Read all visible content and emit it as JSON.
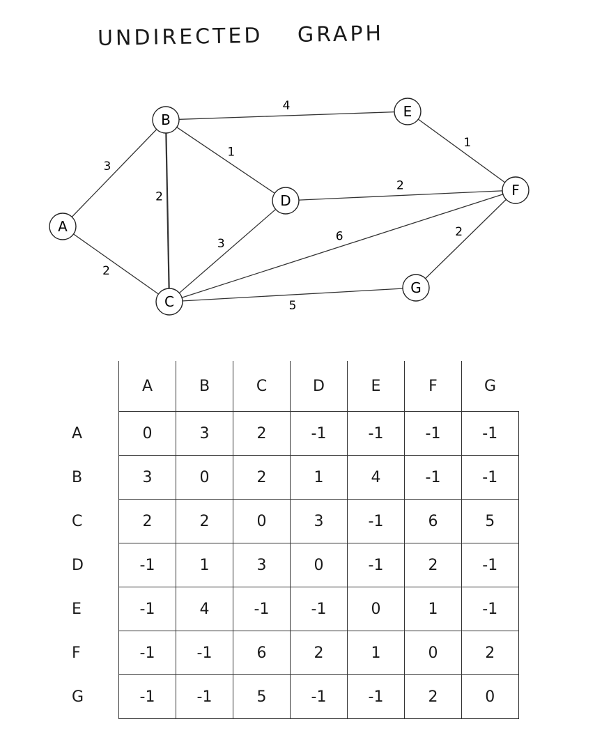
{
  "title": {
    "word1": "UNDIRECTED",
    "word2": "GRAPH"
  },
  "graph": {
    "nodes": [
      {
        "id": "A",
        "label": "A"
      },
      {
        "id": "B",
        "label": "B"
      },
      {
        "id": "C",
        "label": "C"
      },
      {
        "id": "D",
        "label": "D"
      },
      {
        "id": "E",
        "label": "E"
      },
      {
        "id": "F",
        "label": "F"
      },
      {
        "id": "G",
        "label": "G"
      }
    ],
    "edges": [
      {
        "from": "A",
        "to": "B",
        "weight": "3"
      },
      {
        "from": "A",
        "to": "C",
        "weight": "2"
      },
      {
        "from": "B",
        "to": "C",
        "weight": "2"
      },
      {
        "from": "B",
        "to": "D",
        "weight": "1"
      },
      {
        "from": "B",
        "to": "E",
        "weight": "4"
      },
      {
        "from": "C",
        "to": "D",
        "weight": "3"
      },
      {
        "from": "C",
        "to": "F",
        "weight": "6"
      },
      {
        "from": "C",
        "to": "G",
        "weight": "5"
      },
      {
        "from": "D",
        "to": "F",
        "weight": "2"
      },
      {
        "from": "E",
        "to": "F",
        "weight": "1"
      },
      {
        "from": "F",
        "to": "G",
        "weight": "2"
      }
    ]
  },
  "matrix": {
    "headers": [
      "A",
      "B",
      "C",
      "D",
      "E",
      "F",
      "G"
    ],
    "rows": [
      {
        "label": "A",
        "cells": [
          "0",
          "3",
          "2",
          "-1",
          "-1",
          "-1",
          "-1"
        ]
      },
      {
        "label": "B",
        "cells": [
          "3",
          "0",
          "2",
          "1",
          "4",
          "-1",
          "-1"
        ]
      },
      {
        "label": "C",
        "cells": [
          "2",
          "2",
          "0",
          "3",
          "-1",
          "6",
          "5"
        ]
      },
      {
        "label": "D",
        "cells": [
          "-1",
          "1",
          "3",
          "0",
          "-1",
          "2",
          "-1"
        ]
      },
      {
        "label": "E",
        "cells": [
          "-1",
          "4",
          "-1",
          "-1",
          "0",
          "1",
          "-1"
        ]
      },
      {
        "label": "F",
        "cells": [
          "-1",
          "-1",
          "6",
          "2",
          "1",
          "0",
          "2"
        ]
      },
      {
        "label": "G",
        "cells": [
          "-1",
          "-1",
          "5",
          "-1",
          "-1",
          "2",
          "0"
        ]
      }
    ]
  }
}
